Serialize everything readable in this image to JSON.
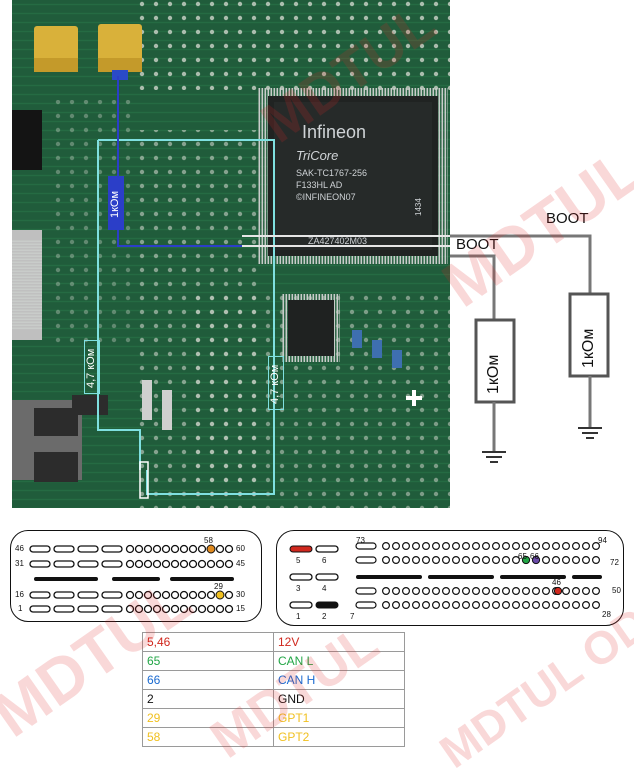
{
  "pcb": {
    "chip_brand": "Infineon",
    "chip_family": "TriCore",
    "chip_lines": [
      "SAK-TC1767-256",
      "F133HL AD",
      "©INFINEON07"
    ],
    "chip_code": "ZA427402M03",
    "chip_side_code": "1434",
    "resistor_label_1": "1кОм",
    "resistor_label_2": "4,7 кОм",
    "resistor_label_3": "4,7 кОм"
  },
  "boot_labels": {
    "boot_1": "BOOT",
    "boot_2": "BOOT"
  },
  "resistors": {
    "res_1": "1кОм",
    "res_2": "1кОм"
  },
  "watermark": {
    "text_1": "MDTUL",
    "text_2": "MDTUL",
    "text_3": "MDTUL",
    "text_4": "MDTUL",
    "text_5": "MDTUL ODO"
  },
  "connector_left": {
    "row_labels_left": [
      "46",
      "31",
      "16",
      "1"
    ],
    "row_labels_right": [
      "60",
      "45",
      "30",
      "15"
    ],
    "highlight_58": "58",
    "highlight_29": "29"
  },
  "connector_right": {
    "pin_labels": [
      "5",
      "6",
      "3",
      "4",
      "1",
      "2",
      "7",
      "73",
      "94",
      "65",
      "66",
      "72",
      "46",
      "50",
      "28"
    ]
  },
  "colors": {
    "red": "#d0281e",
    "green": "#22a646",
    "blue": "#1a6ad0",
    "yellow": "#f0c020",
    "orange": "#e08a1e",
    "purple": "#6a4aa8"
  },
  "legend": [
    {
      "pin": "5,46",
      "signal": "12V",
      "color": "#d0281e"
    },
    {
      "pin": "65",
      "signal": "CAN L",
      "color": "#22a646"
    },
    {
      "pin": "66",
      "signal": "CAN H",
      "color": "#1a6ad0"
    },
    {
      "pin": "2",
      "signal": "GND",
      "color": "#111111"
    },
    {
      "pin": "29",
      "signal": "GPT1",
      "color": "#f0c020"
    },
    {
      "pin": "58",
      "signal": "GPT2",
      "color": "#f0c020"
    }
  ]
}
